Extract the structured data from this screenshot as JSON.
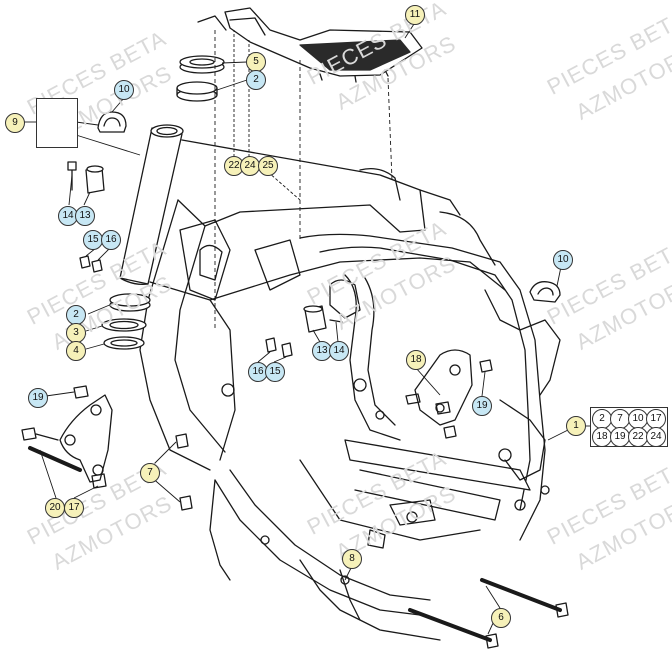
{
  "watermark": {
    "lines": [
      "PIECES BETA",
      "AZMOTORS"
    ]
  },
  "callouts": [
    {
      "id": "c11",
      "label": "11",
      "color": "yellow"
    },
    {
      "id": "c5",
      "label": "5",
      "color": "yellow"
    },
    {
      "id": "c2a",
      "label": "2",
      "color": "blue"
    },
    {
      "id": "c10a",
      "label": "10",
      "color": "blue"
    },
    {
      "id": "c9",
      "label": "9",
      "color": "yellow"
    },
    {
      "id": "c22",
      "label": "22",
      "color": "yellow"
    },
    {
      "id": "c24",
      "label": "24",
      "color": "yellow"
    },
    {
      "id": "c25",
      "label": "25",
      "color": "yellow"
    },
    {
      "id": "c14a",
      "label": "14",
      "color": "blue"
    },
    {
      "id": "c13a",
      "label": "13",
      "color": "blue"
    },
    {
      "id": "c15a",
      "label": "15",
      "color": "blue"
    },
    {
      "id": "c16a",
      "label": "16",
      "color": "blue"
    },
    {
      "id": "c10b",
      "label": "10",
      "color": "blue"
    },
    {
      "id": "c2b",
      "label": "2",
      "color": "blue"
    },
    {
      "id": "c3",
      "label": "3",
      "color": "yellow"
    },
    {
      "id": "c4",
      "label": "4",
      "color": "yellow"
    },
    {
      "id": "c13b",
      "label": "13",
      "color": "blue"
    },
    {
      "id": "c14b",
      "label": "14",
      "color": "blue"
    },
    {
      "id": "c18",
      "label": "18",
      "color": "yellow"
    },
    {
      "id": "c16b",
      "label": "16",
      "color": "blue"
    },
    {
      "id": "c15b",
      "label": "15",
      "color": "blue"
    },
    {
      "id": "c19a",
      "label": "19",
      "color": "blue"
    },
    {
      "id": "c19b",
      "label": "19",
      "color": "blue"
    },
    {
      "id": "c1",
      "label": "1",
      "color": "yellow"
    },
    {
      "id": "c7",
      "label": "7",
      "color": "yellow"
    },
    {
      "id": "c20",
      "label": "20",
      "color": "yellow"
    },
    {
      "id": "c17",
      "label": "17",
      "color": "yellow"
    },
    {
      "id": "c8",
      "label": "8",
      "color": "yellow"
    },
    {
      "id": "c6",
      "label": "6",
      "color": "yellow"
    }
  ],
  "reference_box": [
    "2",
    "7",
    "10",
    "17",
    "18",
    "19",
    "22",
    "24"
  ],
  "colors": {
    "yellow_callout": "#f6f1b9",
    "blue_callout": "#c7e7f4",
    "line": "#1a1a1a",
    "watermark": "#d9d9d9"
  }
}
